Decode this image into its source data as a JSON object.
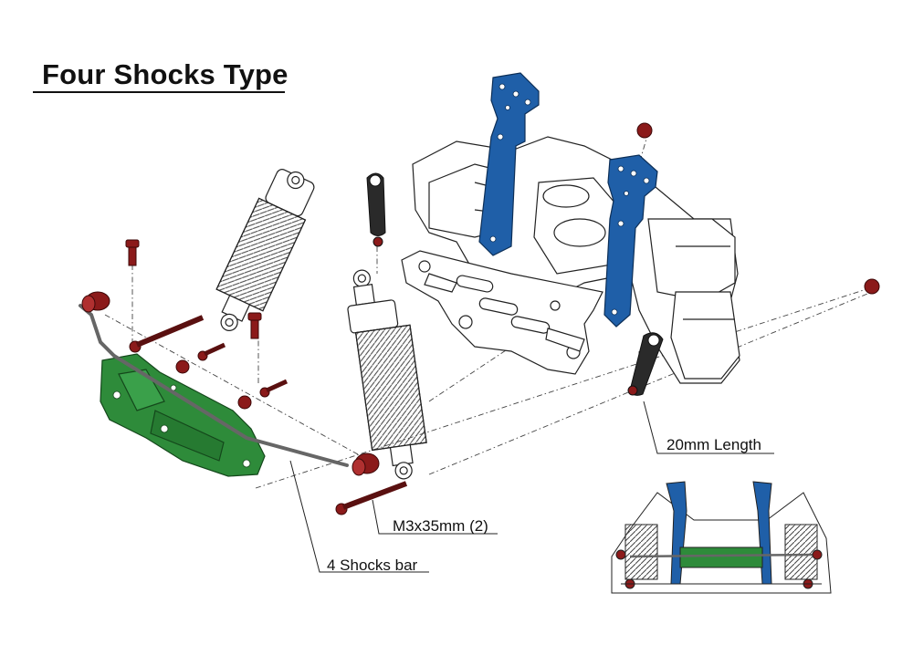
{
  "title": "Four Shocks Type",
  "labels": {
    "rod_end_length": "20mm Length",
    "bolt_spec": "M3x35mm (2)",
    "shock_bar": "4 Shocks bar"
  },
  "colors": {
    "blue_tower": "#1f5fa8",
    "green_mount": "#2e8b3a",
    "red_hardware": "#8b1a1a",
    "black_rod_end": "#2a2a2a",
    "line": "#222222"
  }
}
